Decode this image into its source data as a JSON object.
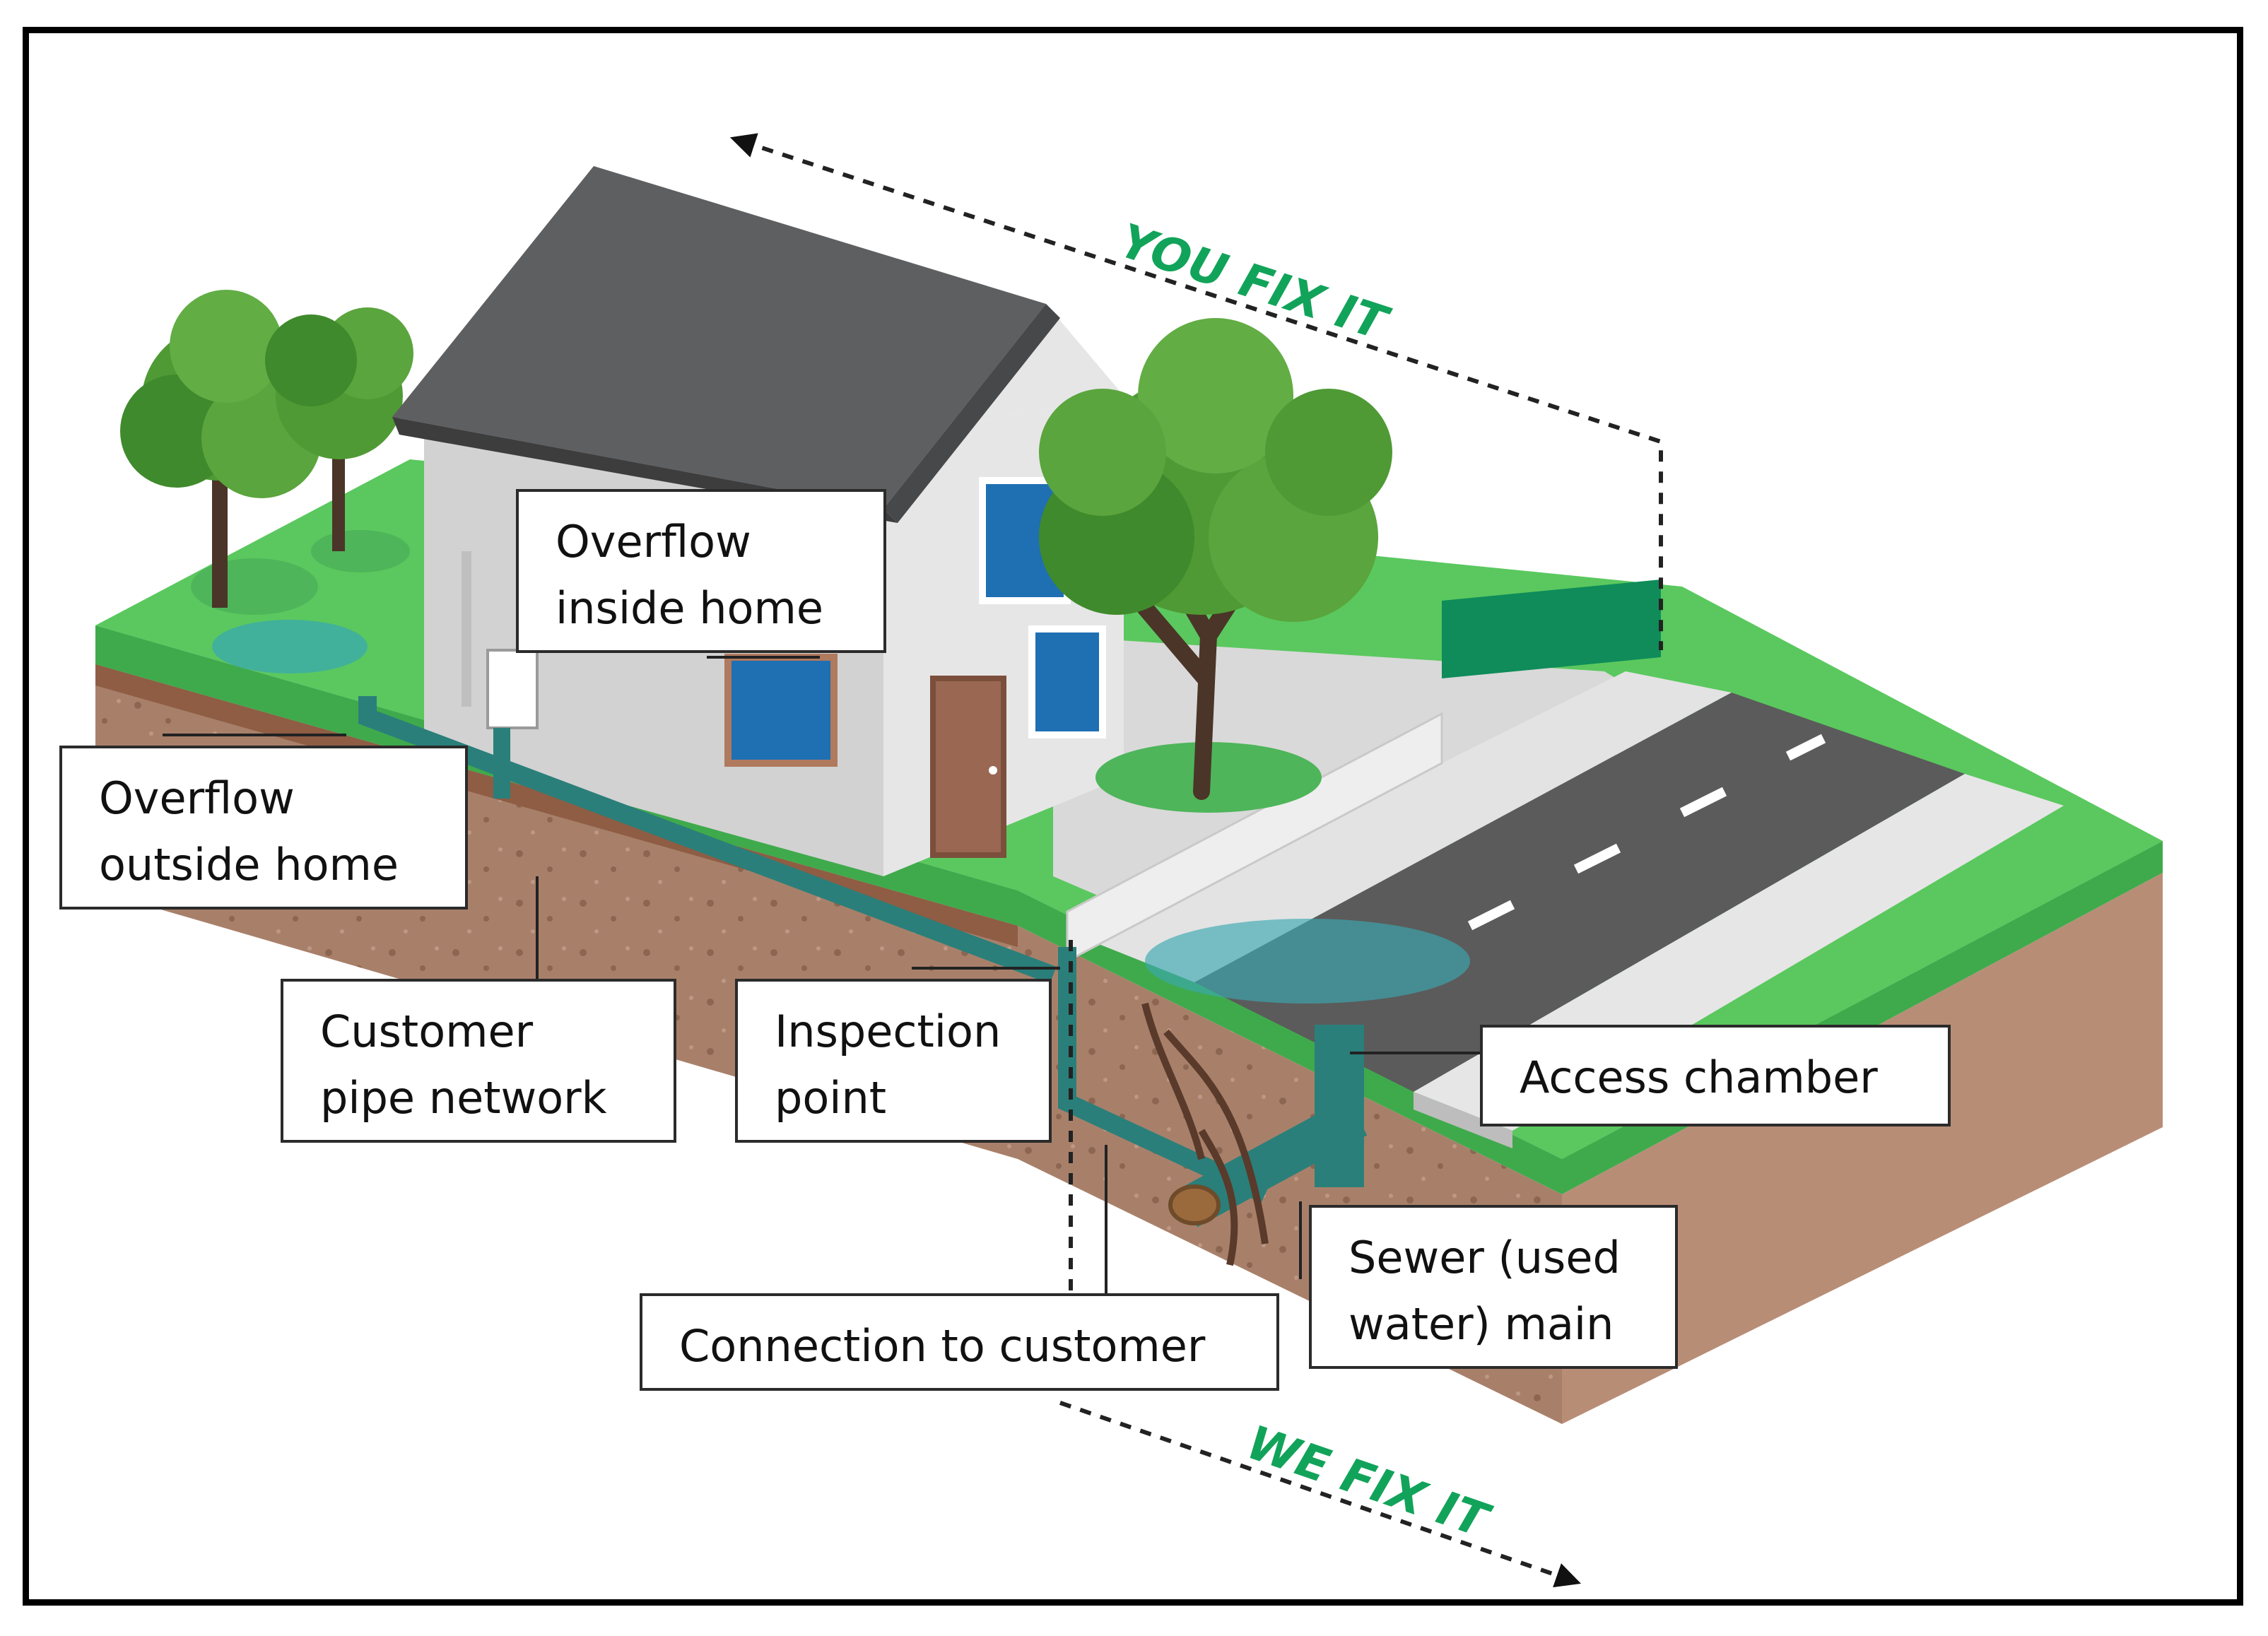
{
  "labels": {
    "overflow_inside": "Overflow\ninside home",
    "overflow_outside": "Overflow\noutside home",
    "customer_pipe": "Customer\npipe network",
    "inspection_point": "Inspection\npoint",
    "access_chamber": "Access chamber",
    "sewer_main": "Sewer (used\nwater) main",
    "connection": "Connection to customer"
  },
  "zones": {
    "you_fix": "YOU FIX IT",
    "we_fix": "WE FIX IT"
  },
  "colors": {
    "grass": "#5ac85e",
    "soil": "#a67a5f",
    "pipe": "#2a7f7a",
    "water": "#3aa9b0",
    "road": "#5b5b5b",
    "roof": "#5e5f61",
    "zone_text": "#12a35a"
  }
}
